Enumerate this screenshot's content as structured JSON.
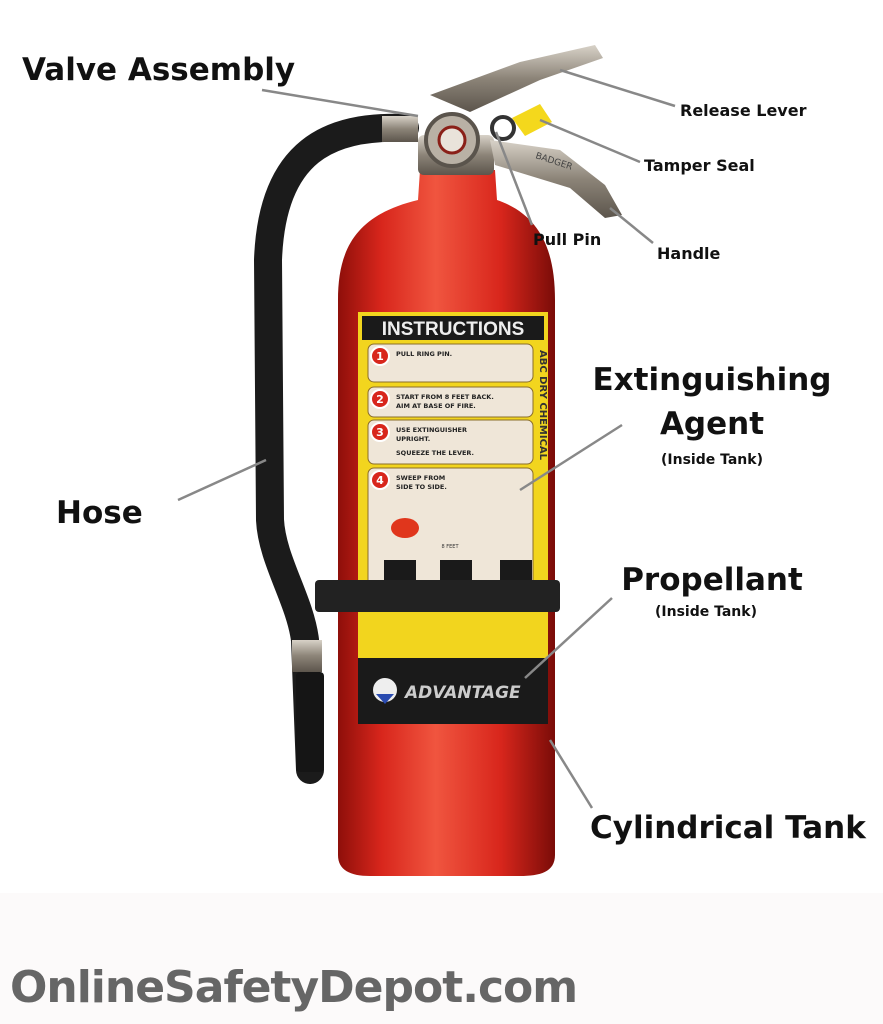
{
  "labels": {
    "valve_assembly": "Valve Assembly",
    "release_lever": "Release Lever",
    "tamper_seal": "Tamper Seal",
    "pull_pin": "Pull Pin",
    "handle": "Handle",
    "extinguishing_agent_line1": "Extinguishing",
    "extinguishing_agent_line2": "Agent",
    "extinguishing_agent_note": "(Inside Tank)",
    "hose": "Hose",
    "propellant": "Propellant",
    "propellant_note": "(Inside Tank)",
    "cylindrical_tank": "Cylindrical Tank"
  },
  "instruction_panel": {
    "title": "INSTRUCTIONS",
    "side_text": "ABC DRY CHEMICAL",
    "steps": [
      {
        "num": "1",
        "text": [
          "PULL RING PIN."
        ]
      },
      {
        "num": "2",
        "text": [
          "START FROM 8 FEET BACK.",
          "AIM AT BASE OF FIRE."
        ]
      },
      {
        "num": "3",
        "text": [
          "USE EXTINGUISHER",
          "UPRIGHT.",
          "SQUEEZE THE LEVER."
        ]
      },
      {
        "num": "4",
        "text": [
          "SWEEP FROM",
          "SIDE TO SIDE."
        ]
      }
    ],
    "distance": "8 FEET"
  },
  "product_band": {
    "brand": "ADVANTAGE",
    "handle_mark": "BADGER"
  },
  "footer": {
    "site": "OnlineSafetyDepot.com"
  },
  "colors": {
    "tank_red": "#d8261c",
    "label_yellow": "#f2d51e",
    "band_black": "#1a1a1a",
    "leader_gray": "#888888",
    "brand_gray": "#666666"
  }
}
